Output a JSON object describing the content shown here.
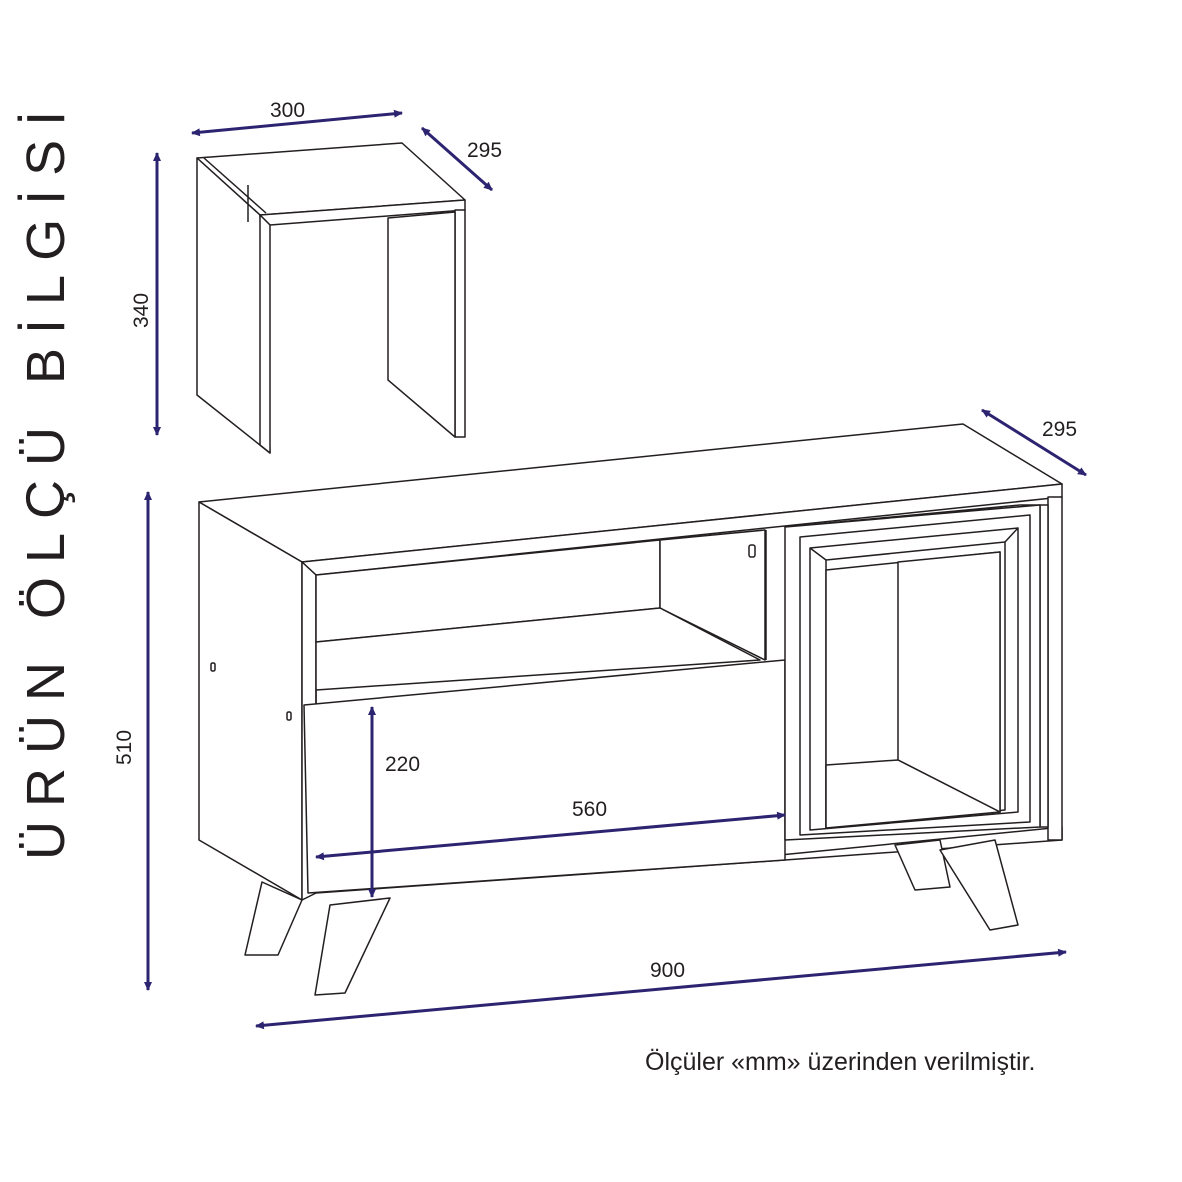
{
  "title": "ÜRÜN ÖLÇÜ BİLGİSİ",
  "footnote": "Ölçüler «mm» üzerinden verilmiştir.",
  "colors": {
    "arrow": "#2c2470",
    "line": "#231f20",
    "background": "#ffffff"
  },
  "side_table": {
    "width": "300",
    "depth": "295",
    "height": "340"
  },
  "tv_unit": {
    "depth": "295",
    "height": "510",
    "width": "900",
    "drawer_height": "220",
    "drawer_width": "560"
  }
}
